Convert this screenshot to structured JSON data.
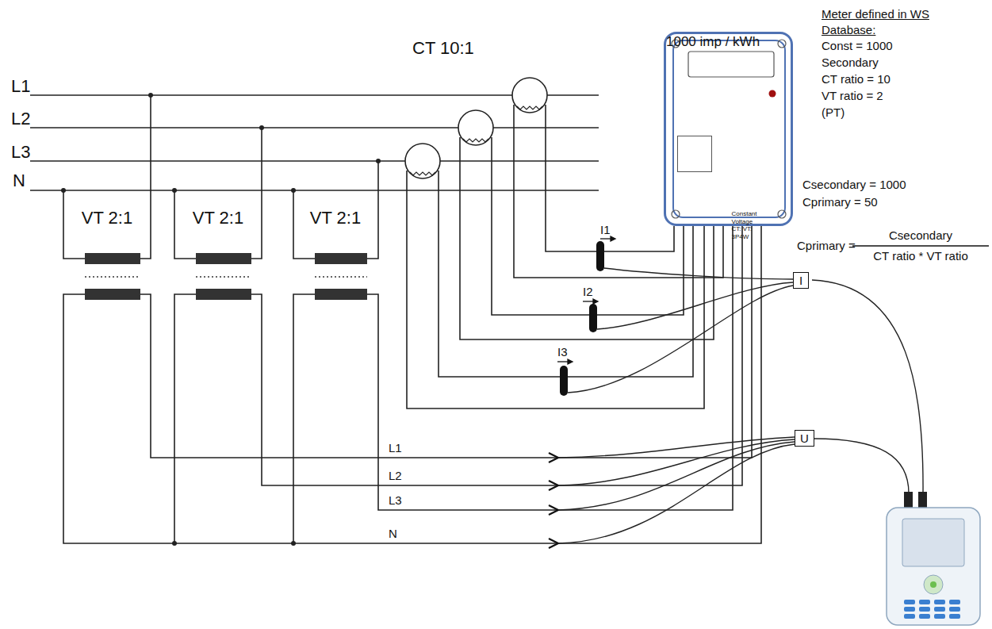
{
  "diagram": {
    "nodes": [
      {
        "text": [
          "1000 imp / kWh"
        ]
      },
      {
        "text": [
          "Constant Voltage CT: VT: 3P4W"
        ],
        "in": 0
      },
      {
        "text": [
          "I"
        ]
      },
      {
        "text": [
          "U"
        ]
      }
    ],
    "labels": [
      "L1",
      "L2",
      "L3",
      "N",
      "CT 10:1",
      "VT 2:1",
      "VT 2:1",
      "VT 2:1",
      "Meter defined in WS Database:",
      "Const = 1000",
      "Secondary",
      "CT ratio = 10",
      "VT ratio = 2",
      "(PT)",
      "Csecondary = 1000",
      "Cprimary = 50",
      "Cprimary =",
      "Csecondary",
      "CT ratio * VT ratio",
      "I1",
      "I2",
      "I3",
      "L1",
      "L2",
      "L3",
      "N"
    ]
  }
}
